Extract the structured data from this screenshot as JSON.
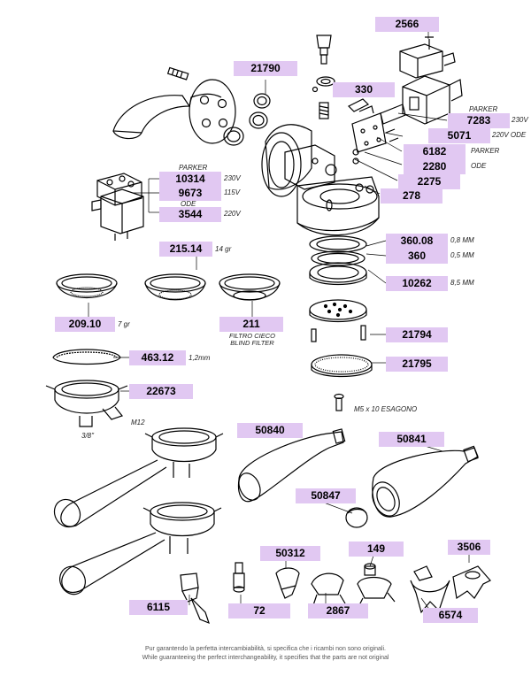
{
  "parts": {
    "p2566": "2566",
    "p21790": "21790",
    "p330": "330",
    "p7283": "7283",
    "p5071": "5071",
    "p6182": "6182",
    "p2280": "2280",
    "p2275": "2275",
    "p278": "278",
    "p10314": "10314",
    "p9673": "9673",
    "p3544": "3544",
    "p215_14": "215.14",
    "p209_10": "209.10",
    "p211": "211",
    "p360_08": "360.08",
    "p360": "360",
    "p10262": "10262",
    "p21794": "21794",
    "p21795": "21795",
    "p463_12": "463.12",
    "p22673": "22673",
    "p50840": "50840",
    "p50841": "50841",
    "p50847": "50847",
    "p50312": "50312",
    "p149": "149",
    "p3506": "3506",
    "p6115": "6115",
    "p72": "72",
    "p2867": "2867",
    "p6574": "6574"
  },
  "notes": {
    "parker": "PARKER",
    "v230": "230V",
    "v220ode": "220V ODE",
    "parker2": "PARKER",
    "ode": "ODE",
    "parker3": "PARKER",
    "v230b": "230V",
    "v115": "115V",
    "ode2": "ODE",
    "v220": "220V",
    "g14": "14 gr",
    "g7": "7 gr",
    "filtro1": "FILTRO CIECO",
    "filtro2": "BLIND FILTER",
    "mm08": "0,8 MM",
    "mm05": "0,5 MM",
    "mm85": "8,5 MM",
    "mm12": "1,2mm",
    "m12": "M12",
    "threeeighths": "3/8\"",
    "m5": "M5 x 10   ESAGONO"
  },
  "footer": {
    "line1": "Pur garantendo la perfetta intercambiabilità, si specifica che i ricambi non sono originali.",
    "line2": "While guaranteeing the perfect interchangeability, it specifies that the parts are not original"
  }
}
